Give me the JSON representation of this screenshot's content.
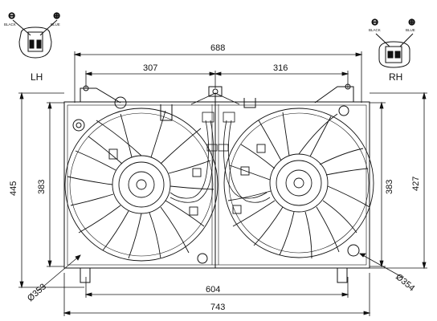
{
  "labels": {
    "left_side": "LH",
    "right_side": "RH"
  },
  "connectors": {
    "left": {
      "minus": "⊖",
      "plus": "⊕",
      "minus_wire": "BLACK",
      "plus_wire": "BLUE"
    },
    "right": {
      "minus": "⊖",
      "plus": "⊕",
      "minus_wire": "BLACK",
      "plus_wire": "BLUE"
    }
  },
  "dimensions": {
    "overall_width": "688",
    "left_span": "307",
    "right_span": "316",
    "bottom_mount": "604",
    "bottom_overall": "743",
    "left_height_outer": "445",
    "left_height_inner": "383",
    "right_height_inner": "383",
    "right_height_outer": "427",
    "left_fan_diameter": "Ø353",
    "right_fan_diameter": "Ø354"
  }
}
